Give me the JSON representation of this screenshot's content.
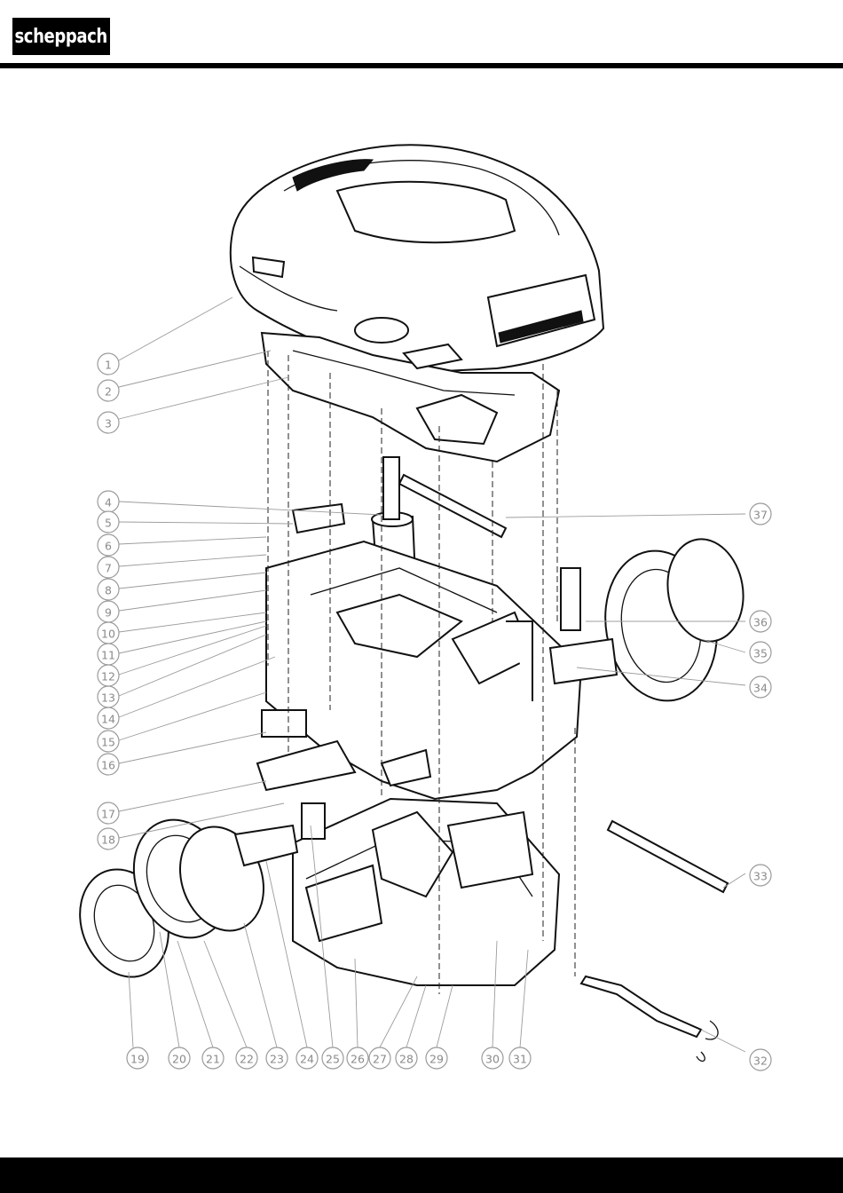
{
  "brand": {
    "logo_text": "scheppach"
  },
  "colors": {
    "ink": "#000000",
    "callout_gray": "#8a8a8a",
    "background": "#ffffff"
  },
  "callouts": [
    "1",
    "2",
    "3",
    "4",
    "5",
    "6",
    "7",
    "8",
    "9",
    "10",
    "11",
    "12",
    "13",
    "14",
    "15",
    "16",
    "17",
    "18",
    "19",
    "20",
    "21",
    "22",
    "23",
    "24",
    "25",
    "26",
    "27",
    "28",
    "29",
    "30",
    "31",
    "32",
    "33",
    "34",
    "35",
    "36",
    "37"
  ]
}
